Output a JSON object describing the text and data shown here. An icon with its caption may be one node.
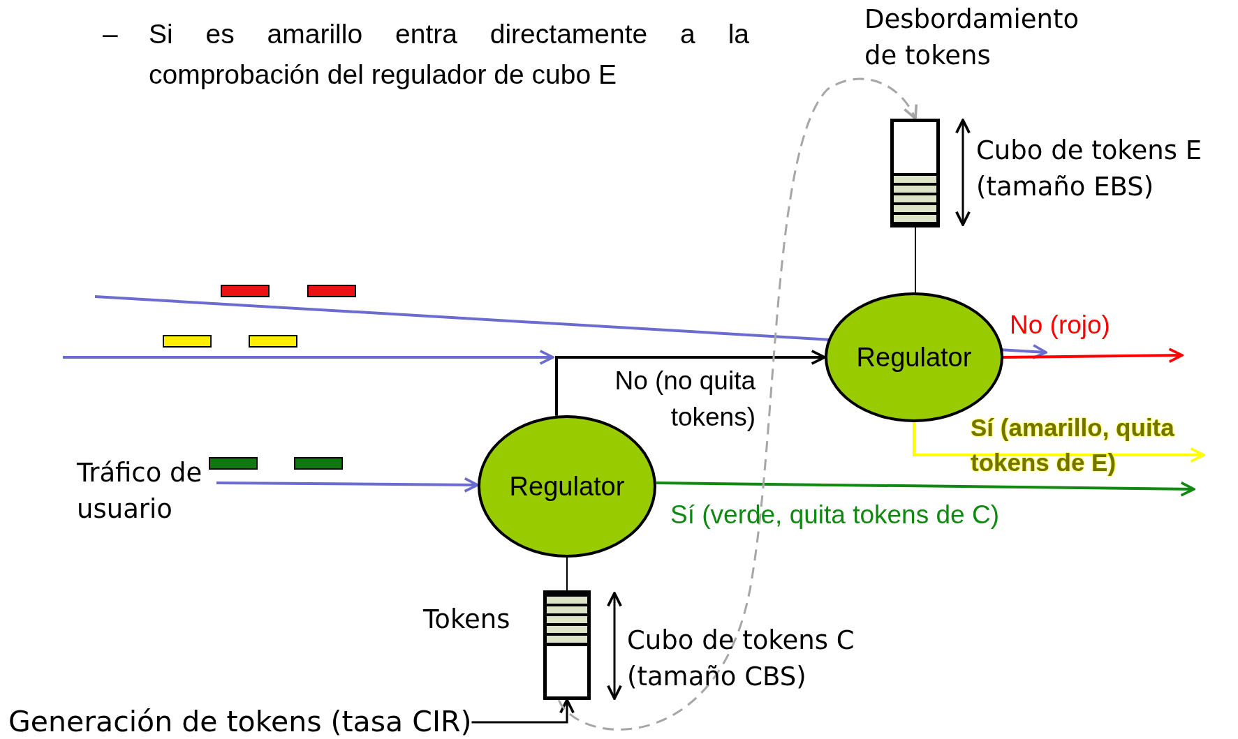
{
  "diagram": {
    "nodes": [
      {
        "text": [],
        "shape": "box",
        "beside": [
          "Cubo de tokens E (tamaño EBS)"
        ]
      },
      {
        "text": [
          "Regulator"
        ]
      },
      {
        "text": [
          "Tráfico de usuario"
        ]
      },
      {
        "text": [
          "Regulator"
        ]
      },
      {
        "text": [],
        "shape": "box",
        "beside": [
          "Tokens",
          "Cubo de tokens C (tamaño CBS)"
        ]
      },
      {
        "text": [
          "Generación de tokens (tasa CIR)"
        ]
      }
    ],
    "edges": [
      {
        "from": 2,
        "to": 3,
        "arrow": "to",
        "color": "#6b6bd0"
      },
      {
        "from": 3,
        "to": 1,
        "arrow": "to",
        "label": "No (no quita tokens)",
        "color": "#000000"
      },
      {
        "from": 1,
        "to": null,
        "arrow": "to",
        "label": "No (rojo)",
        "color": "#ff0000"
      },
      {
        "from": 1,
        "to": null,
        "arrow": "to",
        "label": "Sí (amarillo, quita tokens de E)",
        "color": "#ffff00"
      },
      {
        "from": 3,
        "to": null,
        "arrow": "to",
        "label": "Sí (verde, quita tokens de C)",
        "color": "#118811"
      },
      {
        "from": 0,
        "to": 1,
        "arrow": "none",
        "color": "#000000"
      },
      {
        "from": 4,
        "to": 3,
        "arrow": "none",
        "color": "#000000"
      },
      {
        "from": 5,
        "to": 4,
        "arrow": "to",
        "color": "#000000"
      },
      {
        "from": 4,
        "to": 0,
        "arrow": "to",
        "label": "Desbordamiento de tokens",
        "style": "dashed",
        "color": "#a6a6a6"
      }
    ],
    "labels": [
      "–",
      "Si es amarillo entra directamente a la comprobación del regulador de cubo E"
    ]
  }
}
